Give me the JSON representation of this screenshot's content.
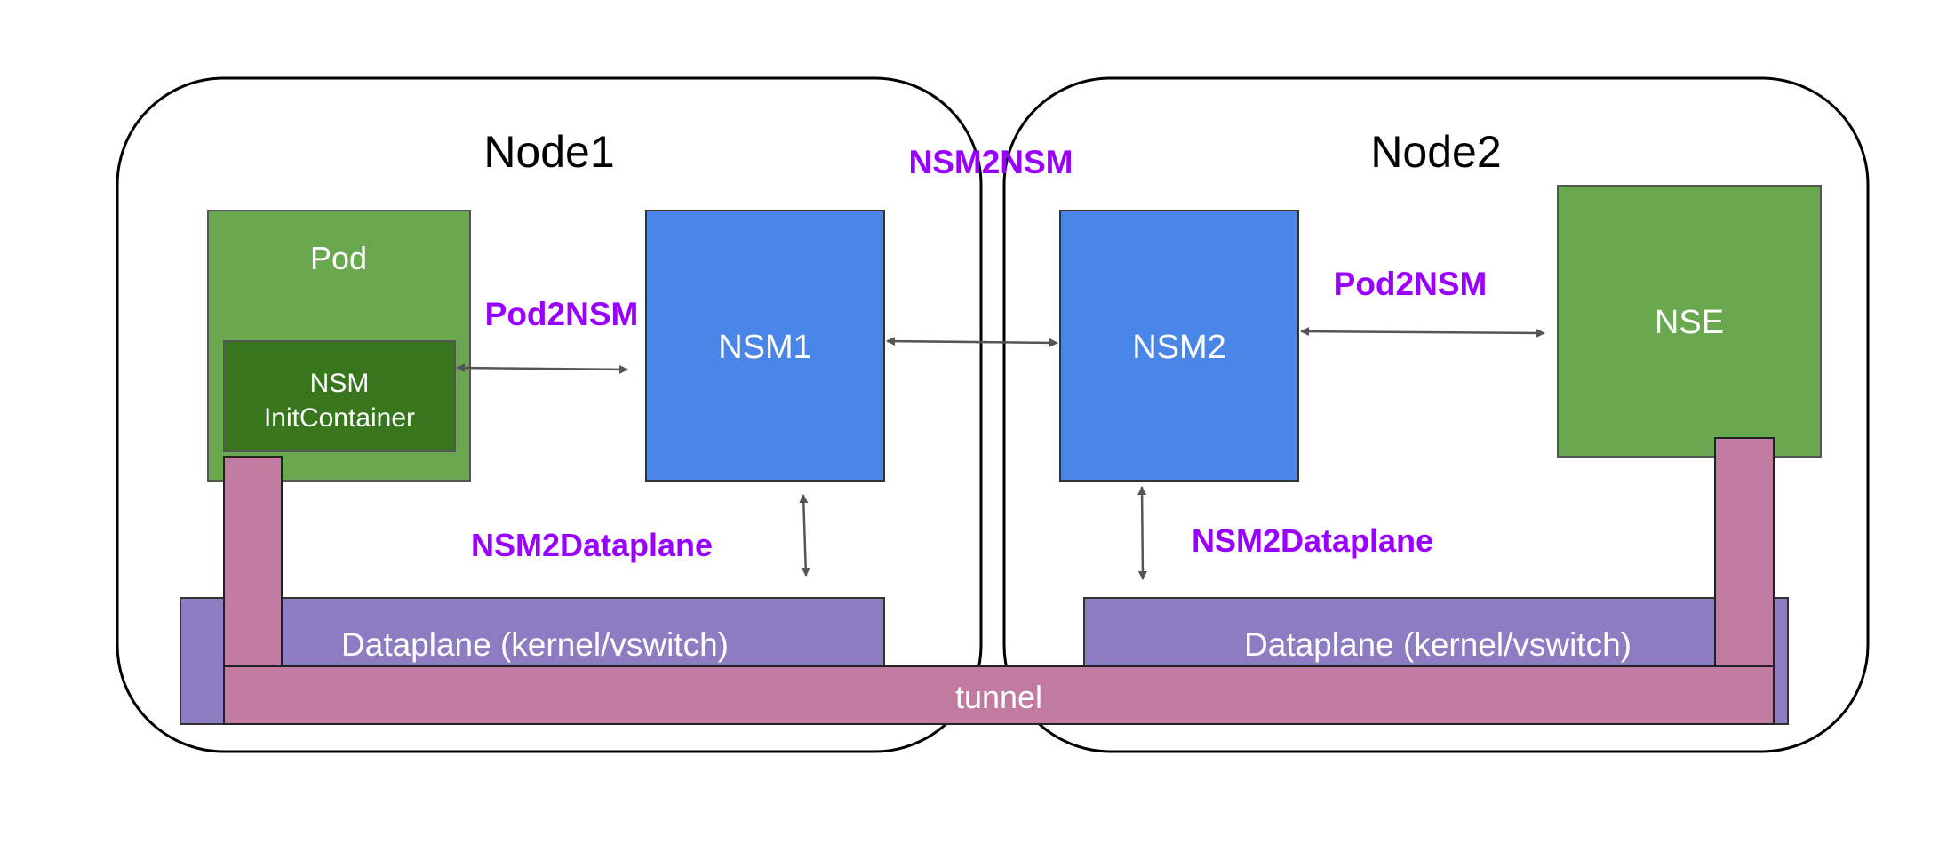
{
  "nodes": [
    {
      "id": "node1",
      "title": "Node1"
    },
    {
      "id": "node2",
      "title": "Node2"
    }
  ],
  "components": {
    "pod": "Pod",
    "init_container_line1": "NSM",
    "init_container_line2": "InitContainer",
    "nsm1": "NSM1",
    "nsm2": "NSM2",
    "nse": "NSE",
    "dataplane_node1": "Dataplane (kernel/vswitch)",
    "dataplane_node2": "Dataplane (kernel/vswitch)",
    "tunnel": "tunnel"
  },
  "connection_labels": {
    "nsm2nsm": "NSM2NSM",
    "pod2nsm_node1": "Pod2NSM",
    "pod2nsm_node2": "Pod2NSM",
    "nsm2dataplane_node1": "NSM2Dataplane",
    "nsm2dataplane_node2": "NSM2Dataplane"
  },
  "colors": {
    "pod_green": "#6aa84f",
    "init_container_green": "#38761d",
    "nsm_blue": "#4a86e8",
    "dataplane_purple": "#8e7cc3",
    "tunnel_pink": "#c27ba0",
    "label_purple": "#9900ff",
    "node_border": "#000000",
    "arrow_gray": "#555555"
  }
}
